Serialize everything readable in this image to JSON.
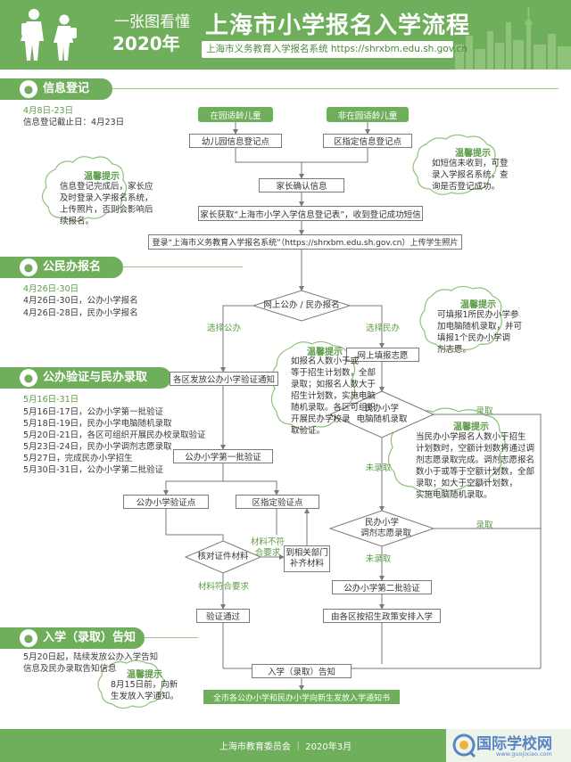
{
  "header": {
    "subtitle1": "一张图看懂",
    "subtitle2": "2020年",
    "title": "上海市小学报名入学流程",
    "system_url": "上海市义务教育入学报名系统 https://shrxbm.edu.sh.gov.cn"
  },
  "sections": [
    {
      "label": "信息登记"
    },
    {
      "label": "公民办报名"
    },
    {
      "label": "公办验证与民办录取"
    },
    {
      "label": "入学（录取）告知"
    }
  ],
  "section1": {
    "dates": "4月8日-23日",
    "note": "信息登记截止日：4月23日"
  },
  "section2": {
    "dates": "4月26日-30日",
    "lines": [
      "4月26日-30日，公办小学报名",
      "4月26日-28日，民办小学报名"
    ]
  },
  "section3": {
    "dates": "5月16日-31日",
    "lines": [
      "5月16日-17日，公办小学第一批验证",
      "5月18日-19日，民办小学电脑随机录取",
      "5月20日-21日，各区可组织开展民办校录取验证",
      "5月23日-24日，民办小学调剂志愿录取",
      "5月27日，完成民办小学招生",
      "5月30日-31日，公办小学第二批验证"
    ]
  },
  "section4": {
    "lines": [
      "5月20日起，陆续发放公办入学告知",
      "信息及民办录取告知信息"
    ]
  },
  "flow": {
    "in_kindergarten": "在园适龄儿童",
    "not_in_kindergarten": "非在园适龄儿童",
    "kg_register": "幼儿园信息登记点",
    "district_register": "区指定信息登记点",
    "parent_confirm": "家长确认信息",
    "sms_confirm": "家长获取“上海市小学入学信息登记表”，收到登记成功短信",
    "login_upload": "登录“上海市义务教育入学报名系统”（https://shrxbm.edu.sh.gov.cn）上传学生照片",
    "online_apply": "网上公办 / 民办报名",
    "choose_public": "选择公办",
    "choose_private": "选择民办",
    "fill_wish": "网上填报志愿",
    "notice_verify": "各区发放公办小学验证通知",
    "first_verify": "公办小学第一批验证",
    "public_verify_point": "公办小学验证点",
    "district_verify_point": "区指定验证点",
    "check_materials": "核对证件材料",
    "materials_not_ok": [
      "材料不符",
      "合要求"
    ],
    "supplement": [
      "到相关部门",
      "补齐材料"
    ],
    "materials_ok": "材料符合要求",
    "verify_pass": "验证通过",
    "private_lottery": [
      "民办小学",
      "电脑随机录取"
    ],
    "admitted": "录取",
    "not_admitted": "未录取",
    "private_adjust": [
      "民办小学",
      "调剂志愿录取"
    ],
    "second_verify": "公办小学第二批验证",
    "district_arrange": "由各区按招生政策安排入学",
    "admission_notice": "入学（录取）告知",
    "all_schools_notice": "全市各公办小学和民办小学向新生发放入学通知书"
  },
  "tips": [
    {
      "title": "温馨提示",
      "lines": [
        "信息登记完成后，家长应",
        "及时登录入学报名系统，",
        "上传照片，否则会影响后",
        "续报名。"
      ]
    },
    {
      "title": "温馨提示",
      "lines": [
        "如短信未收到，可登",
        "录入学报名系统，查",
        "询是否登记成功。"
      ]
    },
    {
      "title": "温馨提示",
      "lines": [
        "可填报1所民办小学参",
        "加电脑随机录取，并可",
        "填报1个民办小学调",
        "剂志愿。"
      ]
    },
    {
      "title": "温馨提示",
      "lines": [
        "如报名人数小于或",
        "等于招生计划数，全部",
        "录取；如报名人数大于",
        "招生计划数，实施电脑",
        "随机录取。各区可组织",
        "开展民办学校录",
        "取验证。"
      ]
    },
    {
      "title": "温馨提示",
      "lines": [
        "当民办小学报名人数小于招生",
        "计划数时，空额计划数将通过调",
        "剂志愿录取完成。调剂志愿报名",
        "数小于或等于空额计划数，全部",
        "录取；如大于空额计划数，",
        "实施电脑随机录取。"
      ]
    },
    {
      "title": "温馨提示",
      "lines": [
        "8月15日前，向新",
        "生发放入学通知。"
      ]
    }
  ],
  "footer": {
    "text": "上海市教育委员会 ｜ 2020年3月"
  },
  "watermark": {
    "text": "国际学校网",
    "url": "www.guojixiao.com"
  },
  "colors": {
    "primary_green": "#6fae5a",
    "light_green": "#9cc98b",
    "text_green": "#5c9c48"
  }
}
